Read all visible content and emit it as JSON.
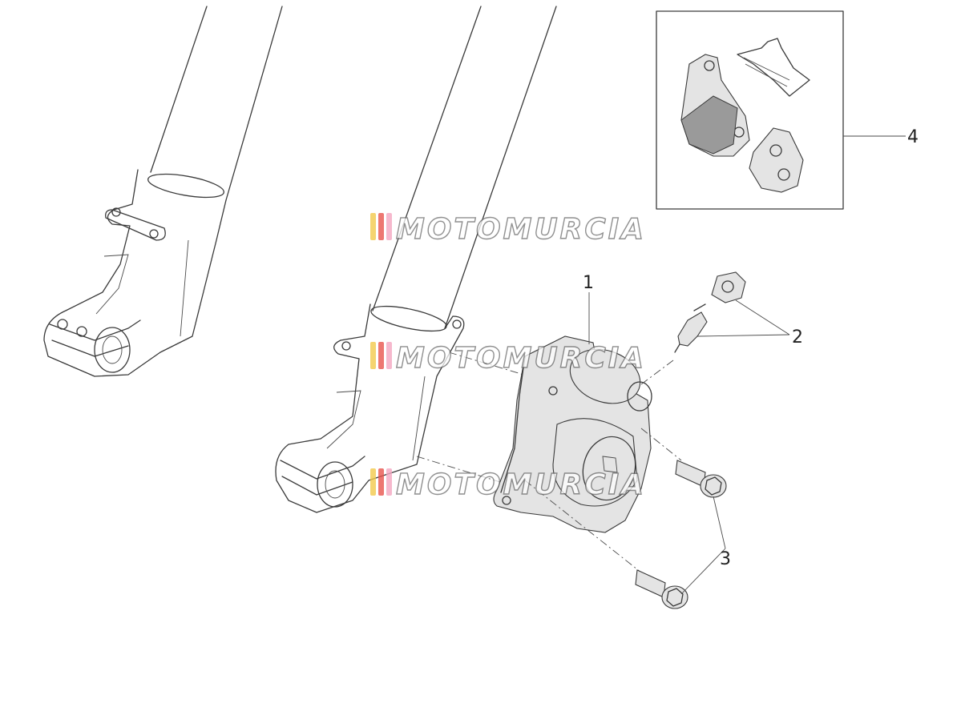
{
  "diagram": {
    "callouts": [
      {
        "id": "1",
        "label": "1"
      },
      {
        "id": "2",
        "label": "2"
      },
      {
        "id": "3",
        "label": "3"
      },
      {
        "id": "4",
        "label": "4"
      }
    ]
  },
  "watermark": {
    "text": "MOTOMURCIA",
    "stripe_colors": [
      "#f2c94c",
      "#e8554e",
      "#f4a6c0"
    ]
  }
}
